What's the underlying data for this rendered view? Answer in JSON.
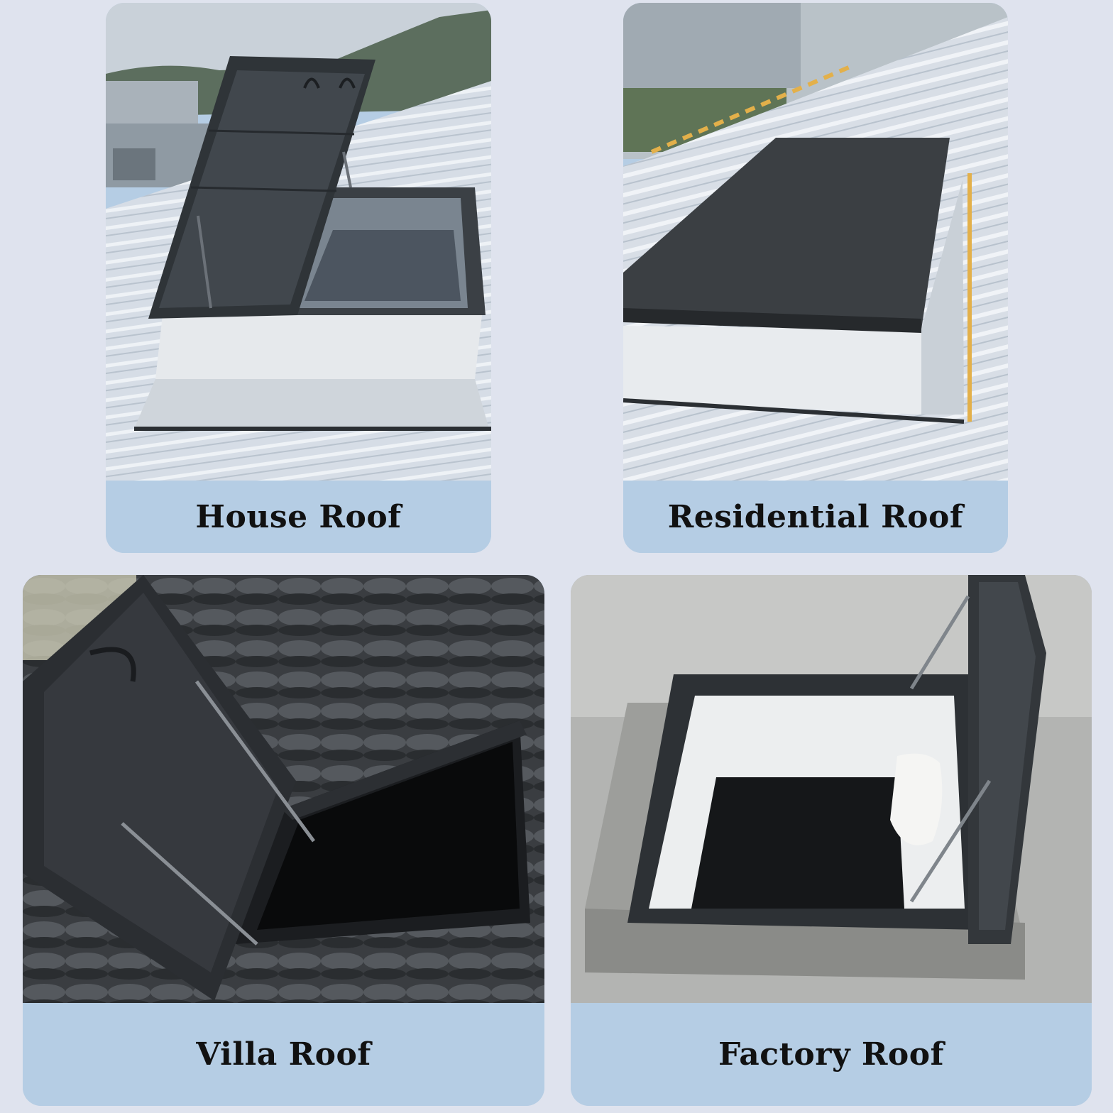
{
  "cards": [
    {
      "caption": "House Roof"
    },
    {
      "caption": "Residential Roof"
    },
    {
      "caption": "Villa Roof"
    },
    {
      "caption": "Factory Roof"
    }
  ],
  "colors": {
    "page_background": "#dfe3ee",
    "caption_panel": "#b5cde4",
    "caption_text": "#111111",
    "hatch_dark": "#2e3236",
    "roof_metal": "#d4dbe3"
  }
}
